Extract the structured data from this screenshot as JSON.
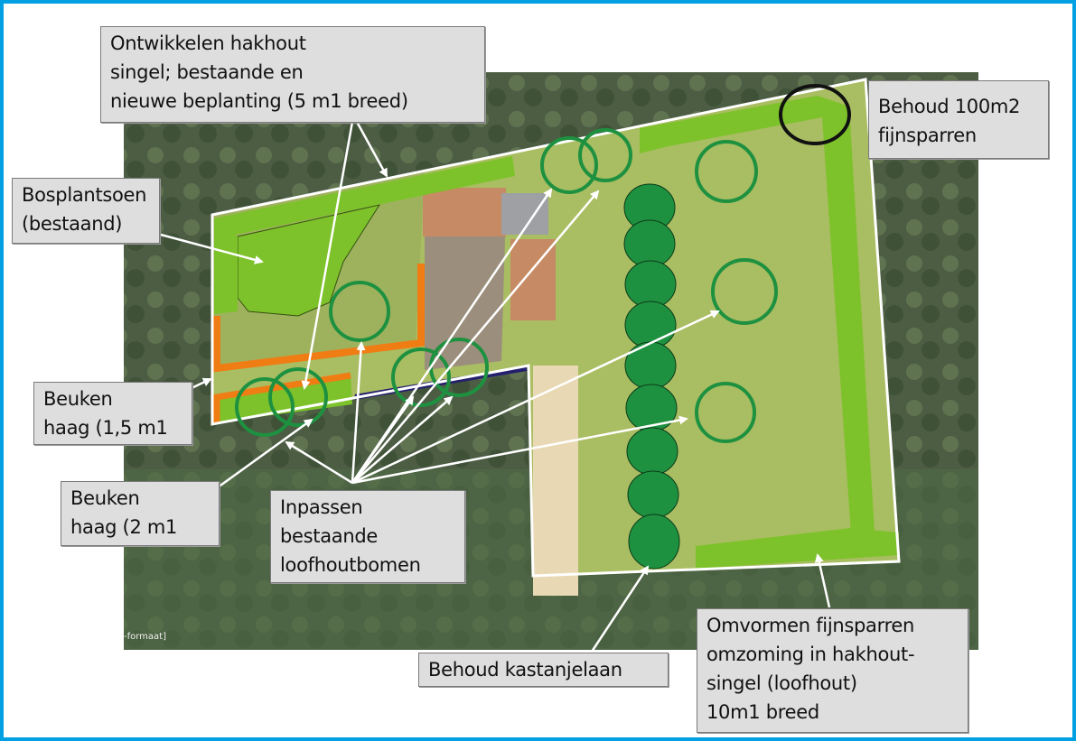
{
  "labels": {
    "hakhout_singel": "Ontwikkelen hakhout\nsingel; bestaande en\nnieuwe beplanting (5 m1 breed)",
    "bosplantsoen": "Bosplantsoen\n(bestaand)",
    "behoud_fijnsparren": "Behoud 100m2\nfijnsparren",
    "beuken_haag_15": "Beuken\nhaag (1,5 m1",
    "beuken_haag_2": "Beuken\nhaag (2 m1",
    "inpassen": "Inpassen\nbestaande\nloofhoutbomen",
    "kastanjelaan": "Behoud kastanjelaan",
    "omvormen": "Omvormen fijnsparren\nomzoming in hakhout-\nsingel (loofhout)\n10m1 breed"
  },
  "map_caption": "-formaat]",
  "colors": {
    "frame": "#00a0e3",
    "band": "#7dc22a",
    "hedge": "#f07c14",
    "tree": "#1e9140",
    "path": "#24206e"
  }
}
